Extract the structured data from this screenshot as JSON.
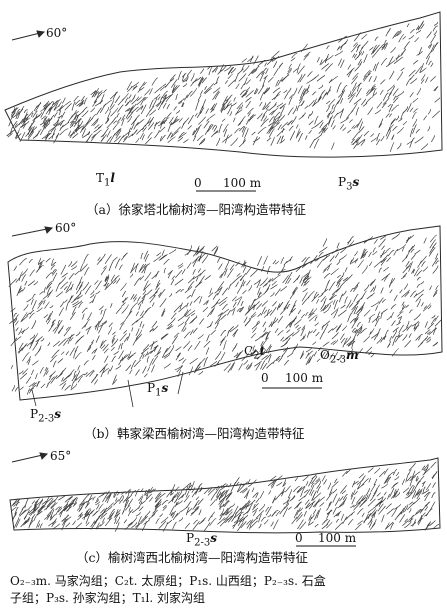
{
  "panels": [
    {
      "id": "a",
      "direction": "60°",
      "caption": "（a）徐家塔北榆树湾—阳湾构造带特征",
      "labels": [
        {
          "base": "T",
          "sub": "1",
          "suf": "l"
        },
        {
          "base": "P",
          "sub": "3",
          "suf": "s"
        }
      ],
      "scale": {
        "zero": "0",
        "value": "100 m"
      }
    },
    {
      "id": "b",
      "direction": "60°",
      "caption": "（b）韩家梁西榆树湾—阳湾构造带特征",
      "labels": [
        {
          "base": "C",
          "sub": "2",
          "suf": "t"
        },
        {
          "base": "O",
          "sub": "2-3",
          "suf": "m"
        },
        {
          "base": "P",
          "sub": "1",
          "suf": "s"
        },
        {
          "base": "P",
          "sub": "2-3",
          "suf": "s"
        }
      ],
      "scale": {
        "zero": "0",
        "value": "100 m"
      }
    },
    {
      "id": "c",
      "direction": "65°",
      "caption": "（c）榆树湾西北榆树湾—阳湾构造带特征",
      "labels": [
        {
          "base": "P",
          "sub": "2-3",
          "suf": "s"
        }
      ],
      "scale": {
        "zero": "0",
        "value": "100 m"
      }
    }
  ],
  "legend": {
    "line1": "O₂₋₃m. 马家沟组；C₂t. 太原组；P₁s. 山西组；P₂₋₃s. 石盒",
    "line2": "子组；P₃s. 孙家沟组；T₁l. 刘家沟组"
  },
  "colors": {
    "ink": "#2a2a2a",
    "background": "#ffffff"
  }
}
